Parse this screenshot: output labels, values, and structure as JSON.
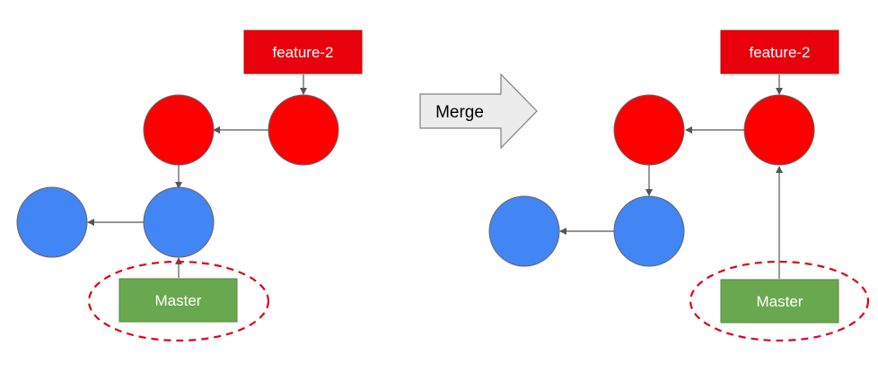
{
  "colors": {
    "feature_commit": "#ff0000",
    "master_commit": "#4285f4",
    "feature_label_bg": "#e8000b",
    "master_label_bg": "#6aa84f",
    "highlight_ring": "#e0001b",
    "merge_arrow_fill": "#ececec"
  },
  "before": {
    "feature_label": "feature-2",
    "master_label": "Master"
  },
  "merge_arrow": {
    "label": "Merge"
  },
  "after": {
    "feature_label": "feature-2",
    "master_label": "Master"
  }
}
